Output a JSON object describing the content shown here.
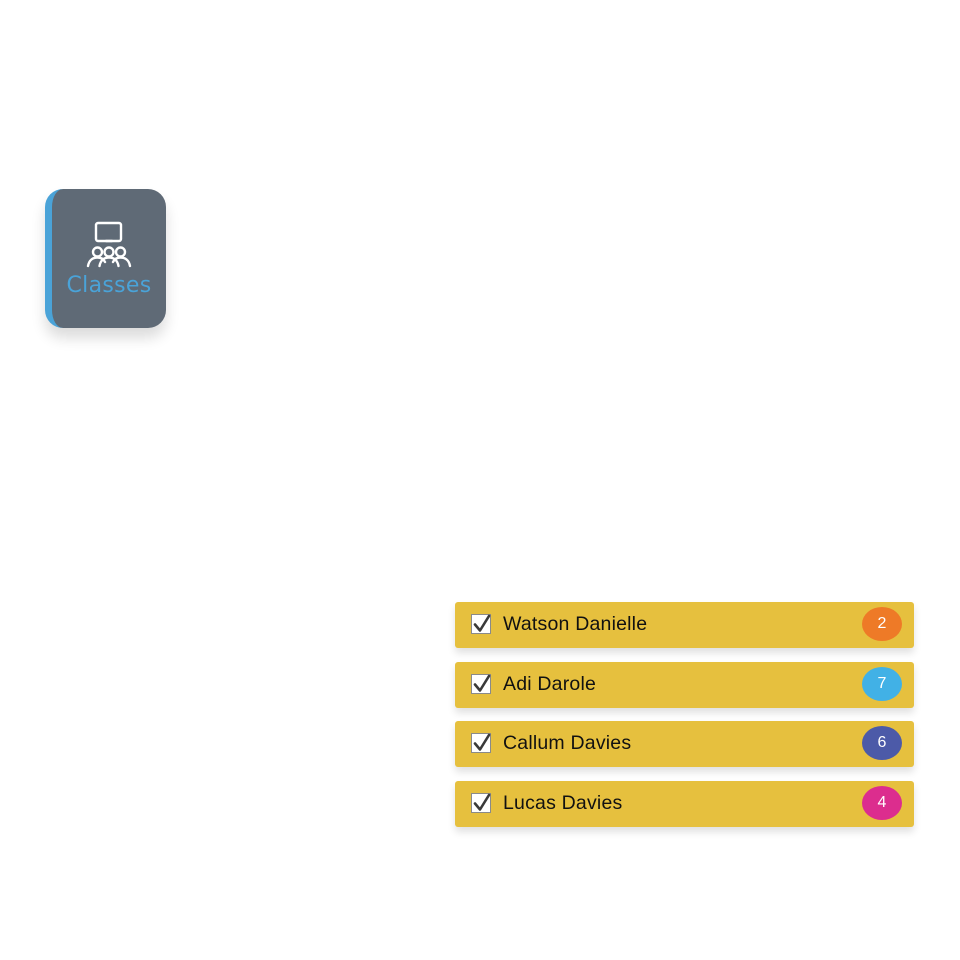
{
  "classes_tile": {
    "label": "Classes",
    "icon": "classroom-icon",
    "accent_color": "#4aa3d8",
    "background_color": "#5f6a76"
  },
  "students": [
    {
      "name": "Watson Danielle",
      "count": "2",
      "checked": true,
      "badge_color": "#ee7a27"
    },
    {
      "name": "Adi Darole",
      "count": "7",
      "checked": true,
      "badge_color": "#41b1e6"
    },
    {
      "name": "Callum Davies",
      "count": "6",
      "checked": true,
      "badge_color": "#4c5aa8"
    },
    {
      "name": "Lucas Davies",
      "count": "4",
      "checked": true,
      "badge_color": "#dc2d8e"
    }
  ],
  "row_color": "#e6c03e"
}
